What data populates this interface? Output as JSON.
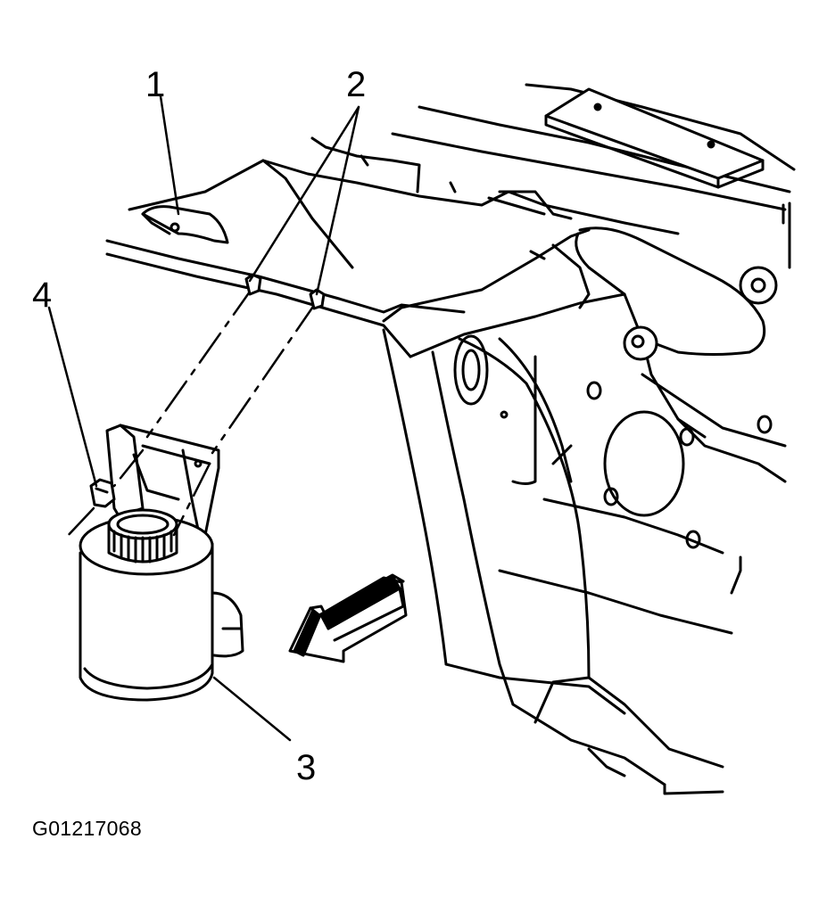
{
  "diagram": {
    "callouts": {
      "c1": "1",
      "c2": "2",
      "c3": "3",
      "c4": "4"
    },
    "figure_id": "G01217068",
    "ink_color": "#000000",
    "paper_color": "#ffffff"
  }
}
